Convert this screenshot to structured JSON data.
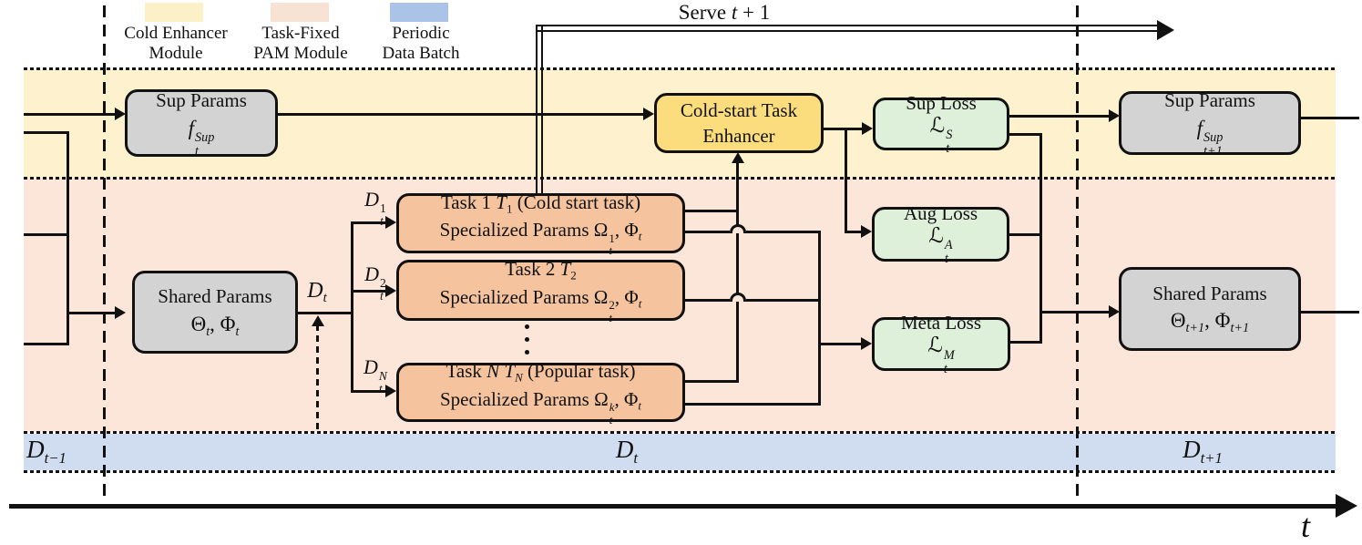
{
  "colors": {
    "cold_enhancer_band": "#fdf2cd",
    "pam_band": "#fbe6d9",
    "data_band": "#d0dcf0",
    "legend_cold_chip": "#fbf0c8",
    "legend_pam_chip": "#f8e2d4",
    "legend_data_chip": "#aac3e7",
    "enhancer_box": "#fbdd7e",
    "param_box": "#d3d3d3",
    "task_box": "#f5c49e",
    "loss_box": "#def0da"
  },
  "legend": {
    "cold": {
      "line1": "Cold Enhancer",
      "line2": "Module"
    },
    "pam": {
      "line1": "Task-Fixed",
      "line2": "PAM Module"
    },
    "data": {
      "line1": "Periodic",
      "line2": "Data Batch"
    }
  },
  "serve_label": [
    {
      "t": "Serve "
    },
    {
      "t": "t",
      "i": true
    },
    {
      "t": " + 1"
    }
  ],
  "boxes": {
    "sup_params_t": {
      "title": "Sup Params",
      "math": [
        {
          "t": "f",
          "i": true,
          "sup": "Sup",
          "sub": "t"
        }
      ]
    },
    "sup_params_t1": {
      "title": "Sup Params",
      "math": [
        {
          "t": "f",
          "i": true,
          "sup": "Sup",
          "sub": "t+1"
        }
      ]
    },
    "shared_params_t": {
      "title": "Shared Params",
      "math": [
        {
          "t": "Θ",
          "sub": "t"
        },
        {
          "t": ", "
        },
        {
          "t": "Φ",
          "sub": "t"
        }
      ]
    },
    "shared_params_t1": {
      "title": "Shared Params",
      "math": [
        {
          "t": "Θ",
          "sub": "t+1"
        },
        {
          "t": ", "
        },
        {
          "t": "Φ",
          "sub": "t+1"
        }
      ]
    },
    "enhancer": {
      "line1": "Cold-start Task",
      "line2": "Enhancer"
    },
    "sup_loss": {
      "title": "Sup Loss",
      "math": [
        {
          "t": "ℒ",
          "sup": "S",
          "sub": "t"
        }
      ]
    },
    "aug_loss": {
      "title": "Aug Loss",
      "math": [
        {
          "t": "ℒ",
          "sup": "A",
          "sub": "t"
        }
      ]
    },
    "meta_loss": {
      "title": "Meta Loss",
      "math": [
        {
          "t": "ℒ",
          "sup": "M",
          "sub": "t"
        }
      ]
    },
    "task1": {
      "line1": [
        {
          "t": "Task 1 "
        },
        {
          "t": "T",
          "i": true,
          "sub": "1"
        },
        {
          "t": " (Cold start task)"
        }
      ],
      "line2": [
        {
          "t": "Specialized Params "
        },
        {
          "t": "Ω",
          "sup": "1",
          "sub": "t"
        },
        {
          "t": ", "
        },
        {
          "t": "Φ",
          "sub": "t"
        }
      ]
    },
    "task2": {
      "line1": [
        {
          "t": "Task 2 "
        },
        {
          "t": "T",
          "i": true,
          "sub": "2"
        }
      ],
      "line2": [
        {
          "t": "Specialized Params "
        },
        {
          "t": "Ω",
          "sup": "2",
          "sub": "t"
        },
        {
          "t": ", "
        },
        {
          "t": "Φ",
          "sub": "t"
        }
      ]
    },
    "taskN": {
      "line1": [
        {
          "t": "Task "
        },
        {
          "t": "N",
          "i": true
        },
        {
          "t": " "
        },
        {
          "t": "T",
          "i": true,
          "sub": "N"
        },
        {
          "t": " (Popular task)"
        }
      ],
      "line2": [
        {
          "t": "Specialized Params "
        },
        {
          "t": "Ω",
          "sup": "k",
          "sub": "t"
        },
        {
          "t": ", "
        },
        {
          "t": "Φ",
          "sub": "t"
        }
      ]
    }
  },
  "branch_labels": {
    "dt": [
      {
        "t": "D",
        "i": true,
        "sub": "t"
      }
    ],
    "d1": [
      {
        "t": "D",
        "i": true,
        "sup": "1",
        "sub": "t"
      }
    ],
    "d2": [
      {
        "t": "D",
        "i": true,
        "sup": "2",
        "sub": "t"
      }
    ],
    "dN": [
      {
        "t": "D",
        "i": true,
        "sup": "N",
        "sub": "t"
      }
    ]
  },
  "data_batches": {
    "d_prev": [
      {
        "t": "D",
        "i": true,
        "sub": "t−1"
      }
    ],
    "d_t": [
      {
        "t": "D",
        "i": true,
        "sub": "t"
      }
    ],
    "d_next": [
      {
        "t": "D",
        "i": true,
        "sub": "t+1"
      }
    ]
  },
  "axis": {
    "t_label": [
      {
        "t": "t",
        "i": true
      }
    ]
  }
}
